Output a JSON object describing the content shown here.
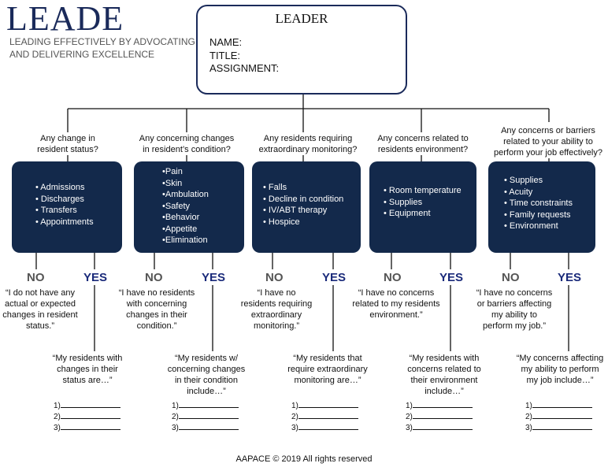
{
  "logo": {
    "title": "LEADE",
    "subtitle_line1": "LEADING EFFECTIVELY BY ADVOCATING",
    "subtitle_line2": "AND DELIVERING EXCELLENCE"
  },
  "leader_box": {
    "title": "LEADER",
    "name_label": "NAME:",
    "title_label": "TITLE:",
    "assignment_label": "ASSIGNMENT:"
  },
  "branches": [
    {
      "question": [
        "Any change in",
        "resident status?"
      ],
      "items": [
        "• Admissions",
        "• Discharges",
        "• Transfers",
        "• Appointments"
      ],
      "no_label": "NO",
      "yes_label": "YES",
      "no_quote": [
        "“I do not have any",
        "actual or expected",
        "changes in resident",
        "status.”"
      ],
      "yes_quote": [
        "“My residents with",
        "changes in their",
        "status are…”"
      ],
      "blanks": [
        "1)",
        "2)",
        "3)"
      ]
    },
    {
      "question": [
        "Any concerning changes",
        "in resident’s condition?"
      ],
      "items": [
        "•Pain",
        "•Skin",
        "•Ambulation",
        "•Safety",
        "•Behavior",
        "•Appetite",
        "•Elimination"
      ],
      "no_label": "NO",
      "yes_label": "YES",
      "no_quote": [
        "“I have no residents",
        "with concerning",
        "changes in their",
        "condition.”"
      ],
      "yes_quote": [
        "“My residents w/",
        "concerning changes",
        "in their condition",
        "include…”"
      ],
      "blanks": [
        "1)",
        "2)",
        "3)"
      ]
    },
    {
      "question": [
        "Any residents requiring",
        "extraordinary monitoring?"
      ],
      "items": [
        "• Falls",
        "• Decline in condition",
        "• IV/ABT therapy",
        "• Hospice"
      ],
      "no_label": "NO",
      "yes_label": "YES",
      "no_quote": [
        "“I have no",
        "residents requiring",
        "extraordinary",
        "monitoring.”"
      ],
      "yes_quote": [
        "“My residents that",
        "require extraordinary",
        "monitoring are…”"
      ],
      "blanks": [
        "1)",
        "2)",
        "3)"
      ]
    },
    {
      "question": [
        "Any concerns related to",
        "residents environment?"
      ],
      "items": [
        "• Room temperature",
        "• Supplies",
        "• Equipment"
      ],
      "no_label": "NO",
      "yes_label": "YES",
      "no_quote": [
        "“I have no concerns",
        "related to my residents",
        "environment.”"
      ],
      "yes_quote": [
        "“My residents with",
        "concerns related to",
        "their environment",
        "include…”"
      ],
      "blanks": [
        "1)",
        "2)",
        "3)"
      ]
    },
    {
      "question": [
        "Any concerns or barriers",
        "related to your ability to",
        "perform your job effectively?"
      ],
      "items": [
        "• Supplies",
        "• Acuity",
        "• Time constraints",
        "• Family requests",
        "• Environment"
      ],
      "no_label": "NO",
      "yes_label": "YES",
      "no_quote": [
        "“I have no concerns",
        "or barriers affecting",
        "my ability to",
        "perform my job.”"
      ],
      "yes_quote": [
        "“My concerns affecting",
        "my ability to perform",
        "my job include…”"
      ],
      "blanks": [
        "1)",
        "2)",
        "3)"
      ]
    }
  ],
  "footer": "AAPACE © 2019 All rights reserved",
  "colors": {
    "card": "#13294b",
    "yes": "#1a2a7a",
    "no": "#555555",
    "frame": "#1a2a5a"
  }
}
